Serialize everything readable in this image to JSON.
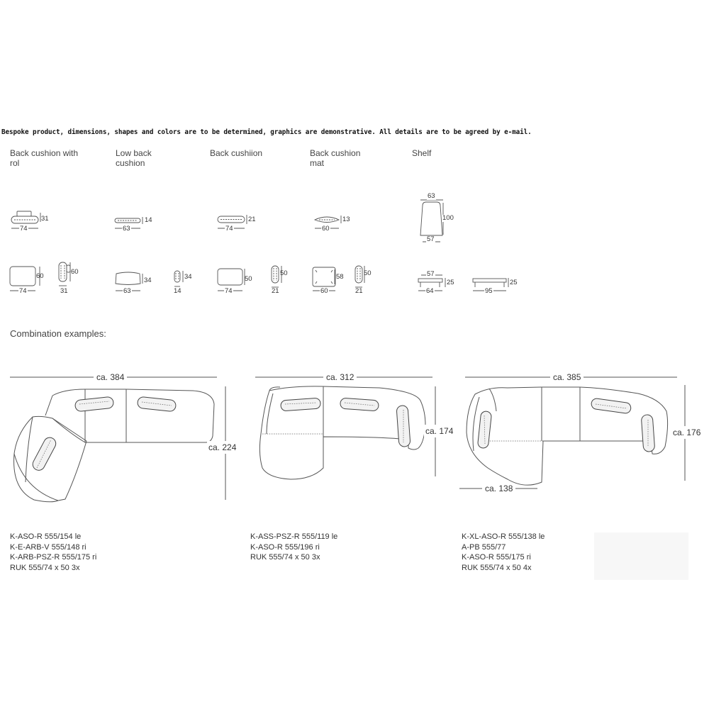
{
  "notice": "Bespoke product, dimensions, shapes and colors are to be determined, graphics are demonstrative. All details are to be agreed by e-mail.",
  "categories": [
    {
      "line1": "Back cushion with",
      "line2": "rol"
    },
    {
      "line1": "Low back",
      "line2": "cushion"
    },
    {
      "line1": "Back cushiion",
      "line2": ""
    },
    {
      "line1": "Back cushion",
      "line2": "mat"
    },
    {
      "line1": "Shelf",
      "line2": ""
    }
  ],
  "dims": {
    "c1_top_h": "31",
    "c1_top_w": "74",
    "c1_front_h": "60",
    "c1_front_w": "74",
    "c1_side_h": "60",
    "c1_side_w": "31",
    "c2_top_h": "14",
    "c2_top_w": "63",
    "c2_front_h": "34",
    "c2_front_w": "63",
    "c2_side_h": "34",
    "c2_side_w": "14",
    "c3_top_h": "21",
    "c3_top_w": "74",
    "c3_front_h": "50",
    "c3_front_w": "74",
    "c3_side_h": "50",
    "c3_side_w": "21",
    "c4_top_h": "13",
    "c4_top_w": "60",
    "c4_front_h": "58",
    "c4_front_w": "60",
    "c4_side_h": "50",
    "c4_side_w": "21",
    "shelf_top_w": "63",
    "shelf_h": "100",
    "shelf_bottom_w": "57",
    "shelf_s_top": "57",
    "shelf_s_h": "25",
    "shelf_s_w": "64",
    "shelf_l_h": "25",
    "shelf_l_w": "95"
  },
  "combination_title": "Combination examples:",
  "combos": [
    {
      "width": "ca. 384",
      "depth": "ca. 224",
      "extra": "",
      "codes": [
        "K-ASO-R 555/154 le",
        "K-E-ARB-V 555/148 ri",
        "K-ARB-PSZ-R 555/175 ri",
        "RUK 555/74 x 50 3x"
      ]
    },
    {
      "width": "ca. 312",
      "depth": "ca. 174",
      "extra": "",
      "codes": [
        "K-ASS-PSZ-R 555/119 le",
        "K-ASO-R 555/196 ri",
        "RUK 555/74 x 50 3x"
      ]
    },
    {
      "width": "ca. 385",
      "depth": "ca. 176",
      "extra": "ca. 138",
      "codes": [
        "K-XL-ASO-R 555/138 le",
        "A-PB 555/77",
        "K-ASO-R 555/175 ri",
        "RUK 555/74 x 50 4x"
      ]
    }
  ]
}
